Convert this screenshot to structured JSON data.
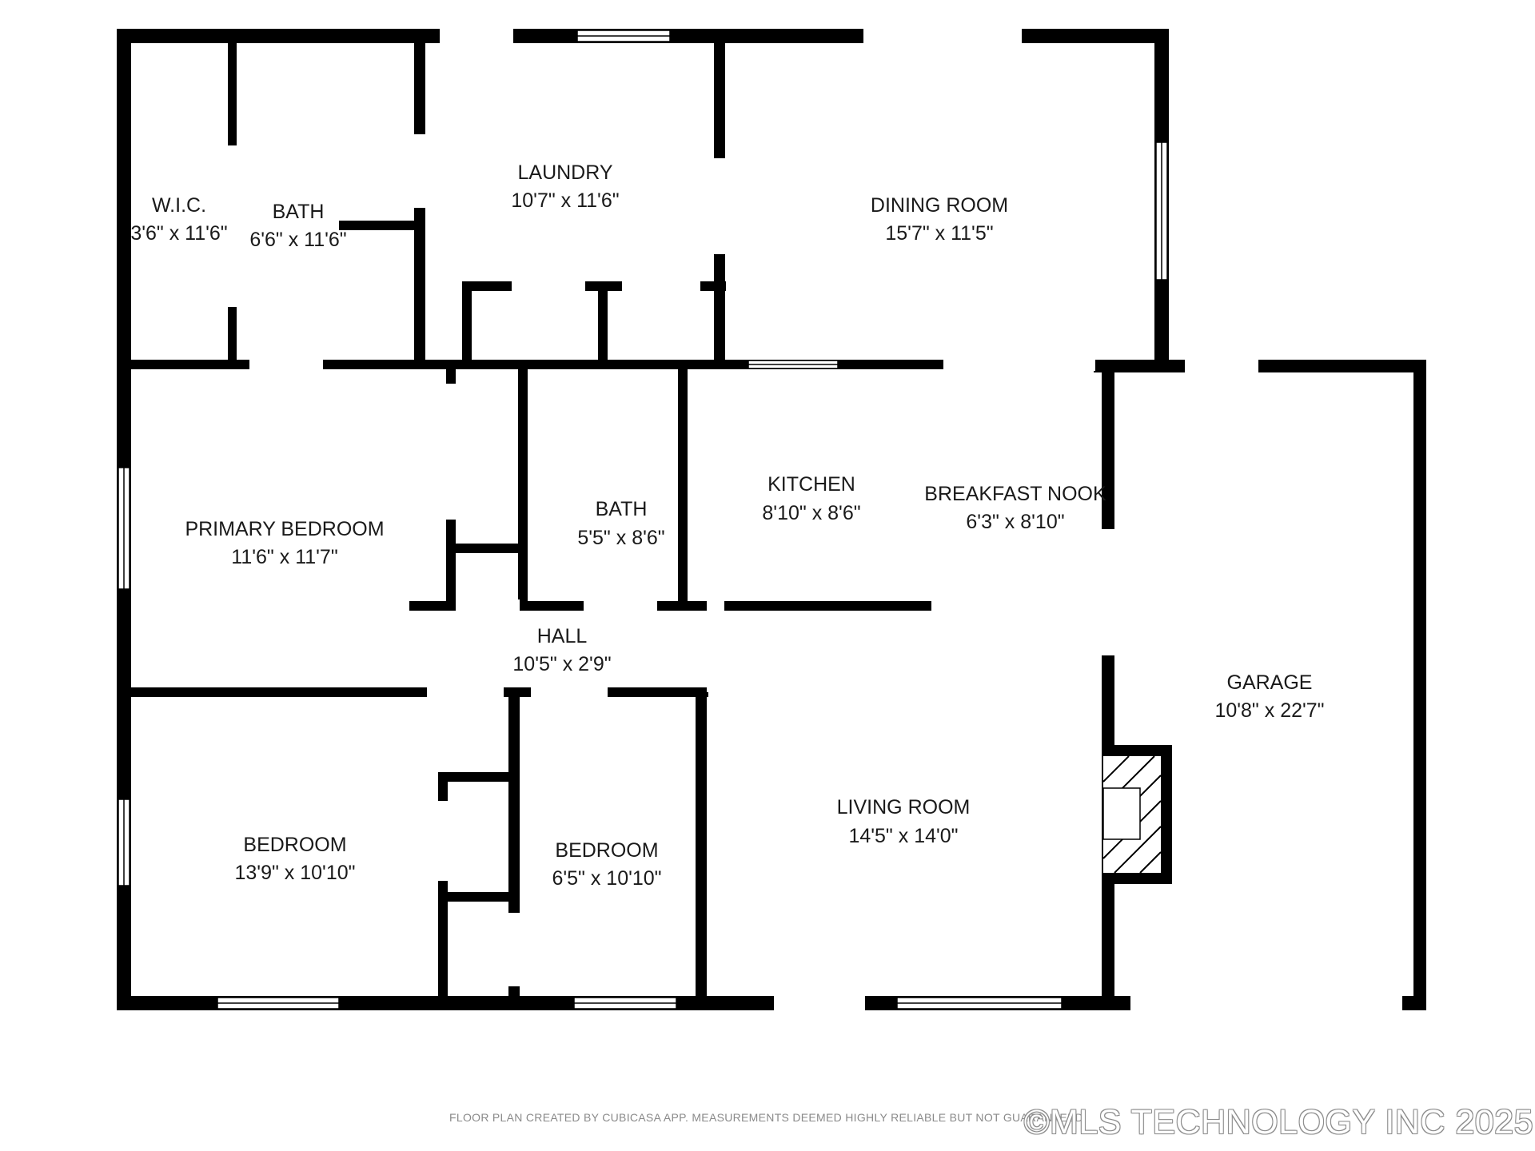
{
  "rooms": [
    {
      "id": "wic",
      "name": "W.I.C.",
      "dims": "3'6\" x 11'6\""
    },
    {
      "id": "bath1",
      "name": "BATH",
      "dims": "6'6\" x 11'6\""
    },
    {
      "id": "laundry",
      "name": "LAUNDRY",
      "dims": "10'7\" x 11'6\""
    },
    {
      "id": "dining",
      "name": "DINING ROOM",
      "dims": "15'7\" x 11'5\""
    },
    {
      "id": "primary",
      "name": "PRIMARY BEDROOM",
      "dims": "11'6\" x 11'7\""
    },
    {
      "id": "bath2",
      "name": "BATH",
      "dims": "5'5\" x 8'6\""
    },
    {
      "id": "kitchen",
      "name": "KITCHEN",
      "dims": "8'10\" x 8'6\""
    },
    {
      "id": "nook",
      "name": "BREAKFAST NOOK",
      "dims": "6'3\" x 8'10\""
    },
    {
      "id": "hall",
      "name": "HALL",
      "dims": "10'5\" x 2'9\""
    },
    {
      "id": "garage",
      "name": "GARAGE",
      "dims": "10'8\" x 22'7\""
    },
    {
      "id": "living",
      "name": "LIVING ROOM",
      "dims": "14'5\" x 14'0\""
    },
    {
      "id": "bed1",
      "name": "BEDROOM",
      "dims": "13'9\" x 10'10\""
    },
    {
      "id": "bed2",
      "name": "BEDROOM",
      "dims": "6'5\" x 10'10\""
    }
  ],
  "footer": {
    "disclaimer": "FLOOR PLAN CREATED BY CUBICASA APP. MEASUREMENTS DEEMED HIGHLY RELIABLE BUT NOT GUARANTEED.",
    "copyright": "©MLS TECHNOLOGY INC 2025"
  }
}
